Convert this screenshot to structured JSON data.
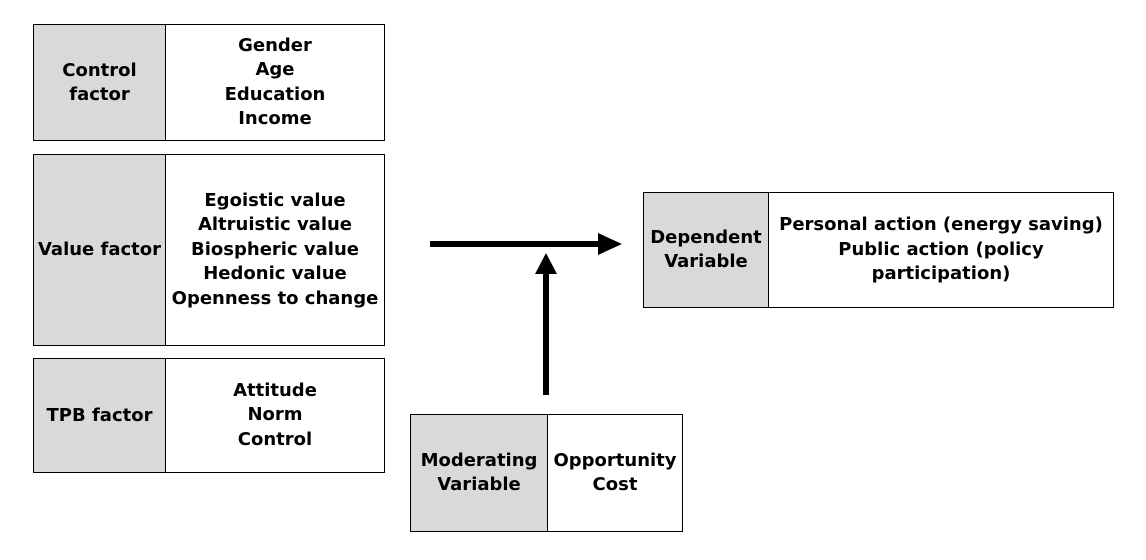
{
  "control_factor": {
    "label": [
      "Control",
      "factor"
    ],
    "items": [
      "Gender",
      "Age",
      "Education",
      "Income"
    ]
  },
  "value_factor": {
    "label": [
      "Value factor"
    ],
    "items": [
      "Egoistic value",
      "Altruistic value",
      "Biospheric value",
      "Hedonic value",
      "Openness to change"
    ]
  },
  "tpb_factor": {
    "label": [
      "TPB factor"
    ],
    "items": [
      "Attitude",
      "Norm",
      "Control"
    ]
  },
  "dependent_variable": {
    "label": [
      "Dependent",
      "Variable"
    ],
    "items": [
      "Personal action (energy saving)",
      "Public action (policy",
      "participation)"
    ]
  },
  "moderating_variable": {
    "label": [
      "Moderating",
      "Variable"
    ],
    "items": [
      "Opportunity",
      "Cost"
    ]
  },
  "colors": {
    "label_fill": "#d9d9d9",
    "border": "#000000",
    "arrow": "#000000"
  }
}
